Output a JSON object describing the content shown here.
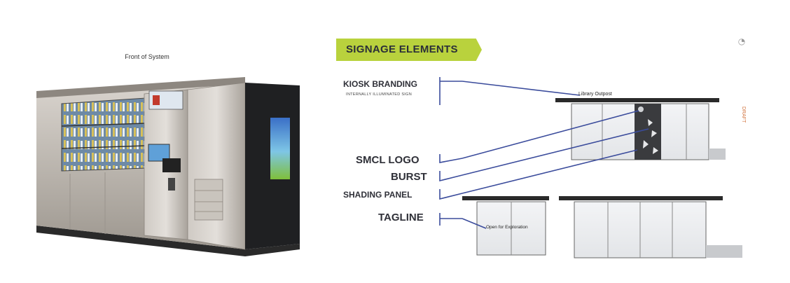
{
  "front_title": "Front of System",
  "header": {
    "title": "SIGNAGE ELEMENTS"
  },
  "labels": {
    "kiosk_branding": "KIOSK BRANDING",
    "kiosk_branding_sub": "INTERNALLY ILLUMINATED SIGN",
    "smcl_logo": "SMCL LOGO",
    "burst": "BURST",
    "shading_panel": "SHADING PANEL",
    "tagline": "TAGLINE"
  },
  "annotations": {
    "sign_text": "Library Outpost",
    "tagline_text": "Open for Exploration",
    "draft_text": "DRAFT"
  },
  "colors": {
    "banner": "#b9d23d",
    "leader_line": "#3b4c9c",
    "roof": "#2a2a2a",
    "kiosk_steel": "#b9b4ae",
    "kiosk_dark": "#1f2022"
  }
}
